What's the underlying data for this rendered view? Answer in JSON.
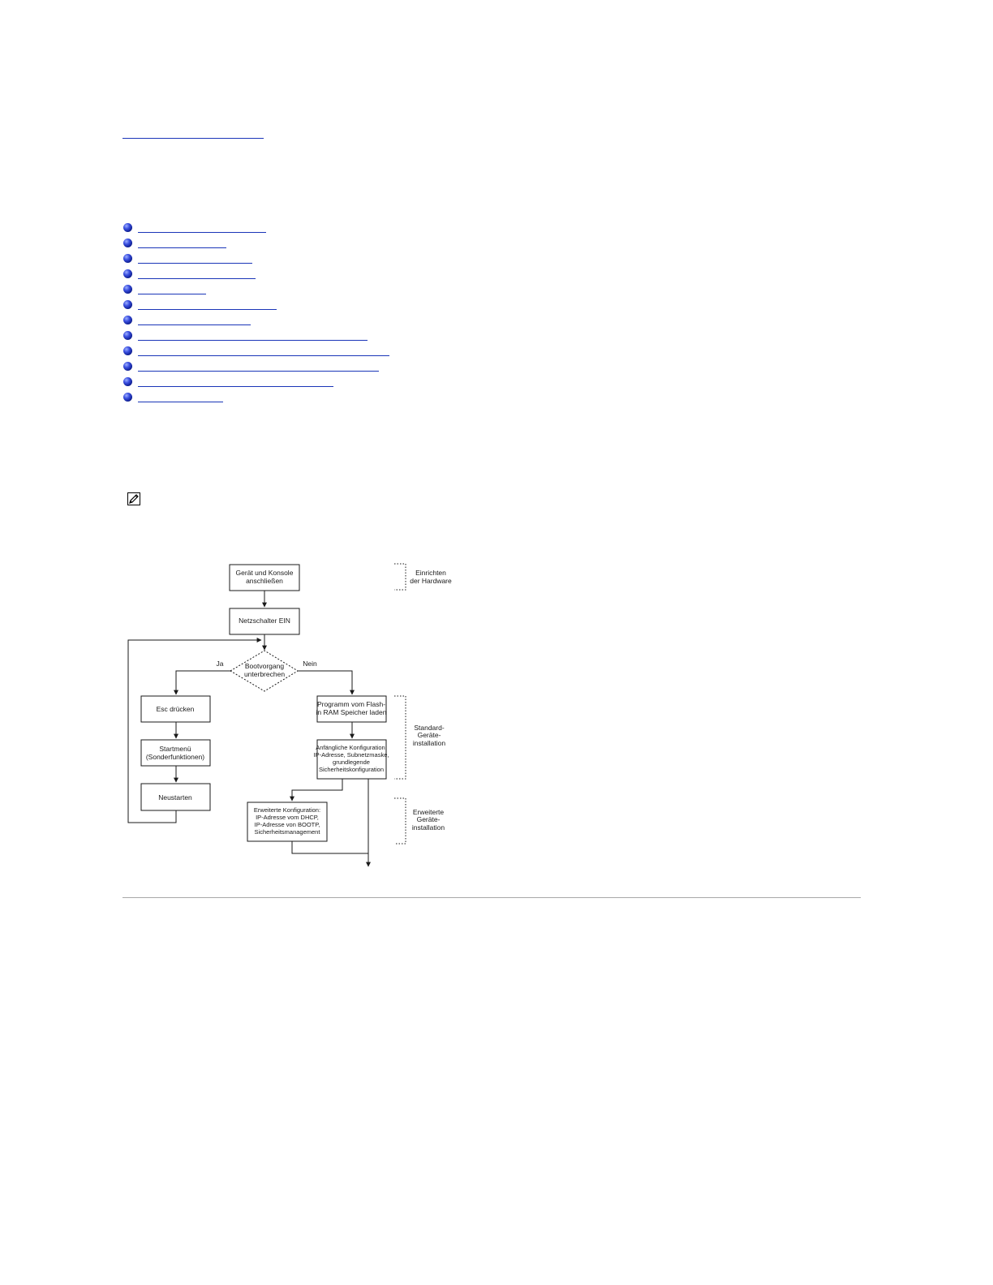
{
  "back_link": "",
  "toc": {
    "items": [
      {
        "label": ""
      },
      {
        "label": ""
      },
      {
        "label": ""
      },
      {
        "label": ""
      },
      {
        "label": ""
      },
      {
        "label": ""
      },
      {
        "label": ""
      },
      {
        "label": ""
      },
      {
        "label": ""
      },
      {
        "label": ""
      },
      {
        "label": ""
      },
      {
        "label": ""
      }
    ]
  },
  "note": {
    "icon": "pencil-note-icon"
  },
  "flowchart": {
    "connect_line1": "Gerät und Konsole",
    "connect_line2": "anschließen",
    "power_on": "Netzschalter EIN",
    "interrupt_line1": "Bootvorgang",
    "interrupt_line2": "unterbrechen",
    "yes_label": "Ja",
    "no_label": "Nein",
    "esc": "Esc drücken",
    "startmenu_line1": "Startmenü",
    "startmenu_line2": "(Sonderfunktionen)",
    "restart": "Neustarten",
    "load_line1": "Programm vom Flash-",
    "load_line2": "in RAM Speicher laden",
    "initial_line1": "Anfängliche Konfiguration:",
    "initial_line2": "IP-Adresse, Subnetzmaske,",
    "initial_line3": "grundlegende",
    "initial_line4": "Sicherheitskonfiguration",
    "advanced_line1": "Erweiterte Konfiguration:",
    "advanced_line2": "IP-Adresse vom DHCP,",
    "advanced_line3": "IP-Adresse von BOOTP,",
    "advanced_line4": "Sicherheitsmanagement",
    "hw_line1": "Einrichten",
    "hw_line2": "der Hardware",
    "std_line1": "Standard-",
    "std_line2": "Geräte-",
    "std_line3": "installation",
    "ext_line1": "Erweiterte",
    "ext_line2": "Geräte-",
    "ext_line3": "installation"
  }
}
